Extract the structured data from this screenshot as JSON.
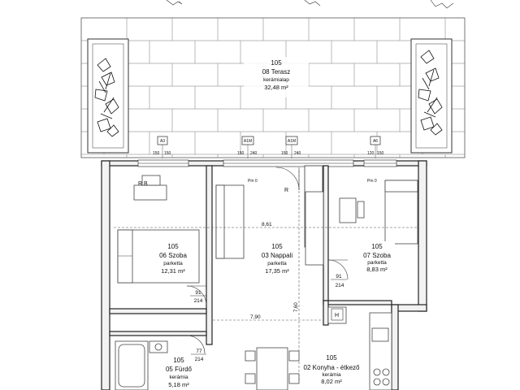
{
  "rooms": [
    {
      "id": "terrace",
      "code": "105",
      "name": "08 Terasz",
      "floor": "kerámialap",
      "area": "32,48 m²"
    },
    {
      "id": "bedroom1",
      "code": "105",
      "name": "06 Szoba",
      "floor": "parketta",
      "area": "12,31 m²"
    },
    {
      "id": "living",
      "code": "105",
      "name": "03 Nappali",
      "floor": "parketta",
      "area": "17,35 m²"
    },
    {
      "id": "bedroom2",
      "code": "105",
      "name": "07 Szoba",
      "floor": "parketta",
      "area": "8,83 m²"
    },
    {
      "id": "bathroom",
      "code": "105",
      "name": "05 Fürdő",
      "floor": "kerámia",
      "area": "5,18 m²"
    },
    {
      "id": "kitchen",
      "code": "105",
      "name": "02 Konyha - étkező",
      "floor": "kerámia",
      "area": "8,02 m²"
    }
  ],
  "window_tags": [
    "A3",
    "A1M",
    "A1M",
    "A6"
  ],
  "door_tags": {
    "d91_left": {
      "w": "91",
      "h": "214"
    },
    "d91_right": {
      "w": "91",
      "h": "214"
    },
    "d77": {
      "w": "77",
      "h": "214"
    }
  },
  "dimensions": {
    "d861": "8,61",
    "d790": "7,90",
    "d760": "7,60"
  },
  "symbols": {
    "rb": "R B",
    "r": "R",
    "h": "H"
  },
  "level_marks": [
    "Pm 0",
    "Pm 0"
  ]
}
